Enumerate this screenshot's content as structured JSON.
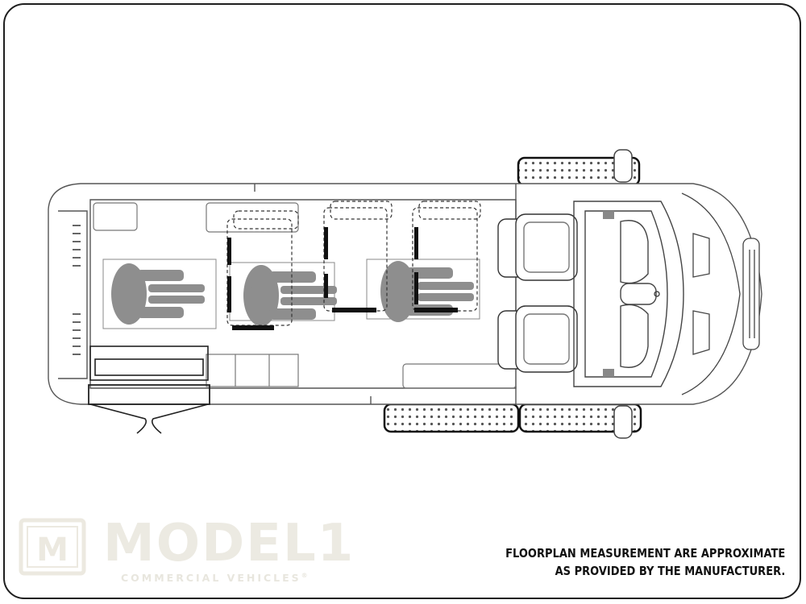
{
  "brand": {
    "mark": "M",
    "name": "MODEL",
    "numeral": "1",
    "tagline": "COMMERCIAL VEHICLES",
    "trademark": "®"
  },
  "note": {
    "line1": "FLOORPLAN MEASUREMENT ARE APPROXIMATE",
    "line2": "AS PROVIDED BY THE MANUFACTURER."
  },
  "floorplan": {
    "wheelchair_positions": 3,
    "folding_seats": 3,
    "front_seats": 2,
    "colors": {
      "line": "#3a3a3a",
      "occupant": "#8e8e8e",
      "watermark": "#ece9e0"
    }
  }
}
